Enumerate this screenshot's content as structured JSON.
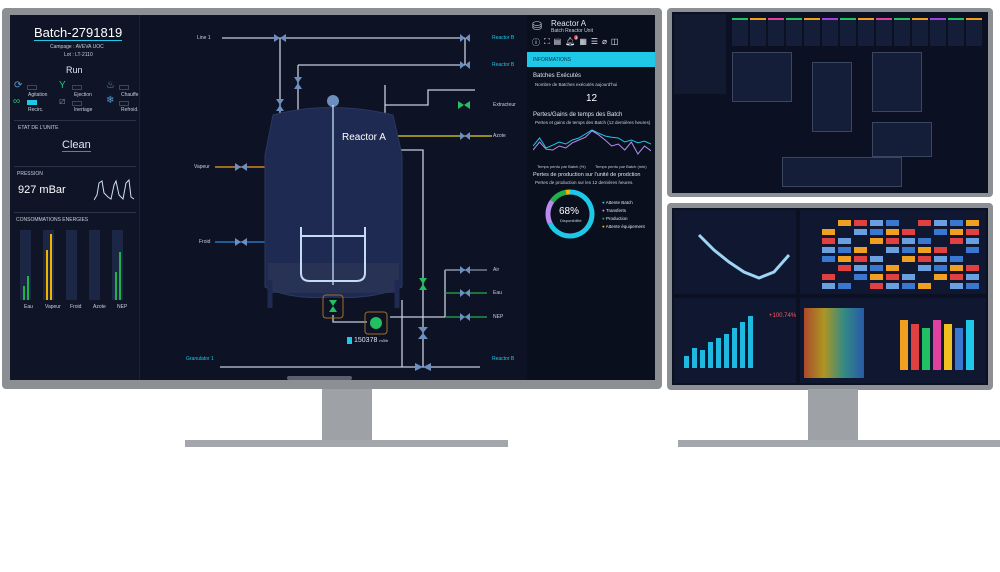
{
  "left_panel": {
    "batch_title": "Batch-2791819",
    "campaign": "Campage : AVEVA UOC",
    "lot": "Lot : LT-2110",
    "status": "Run",
    "functions": [
      "Agitation",
      "Ejection",
      "Chauffe",
      "Recirc.",
      "Inertage",
      "Refroid."
    ],
    "unit_state_label": "ETAT DE L'UNITE",
    "unit_state": "Clean",
    "pressure_label": "PRESSION",
    "pressure_value": "927 mBar",
    "energy_label": "CONSOMMATIONS ENERGIES",
    "energy_categories": [
      "Eau",
      "Vapeur",
      "Froid",
      "Azote",
      "NEP"
    ],
    "energy_levels": [
      [
        0.2,
        0.35
      ],
      [
        0.72,
        0.95
      ],
      [
        0,
        0
      ],
      [
        0,
        0
      ],
      [
        0.4,
        0.68
      ]
    ]
  },
  "diagram": {
    "reactor_name": "Reactor A",
    "labels": {
      "line1": "Line 1",
      "reactor_b1": "Reactor B",
      "reactor_b2": "Reactor B",
      "extracteur": "Extracteur",
      "azote": "Azote",
      "vapeur": "Vapeur",
      "froid": "Froid",
      "air": "Air",
      "eau": "Eau",
      "nep": "NEP",
      "granulator": "Granulator 1",
      "reactor_b3": "Reactor B"
    },
    "flow_value": "150378",
    "flow_unit": "m3/h"
  },
  "right_panel": {
    "title": "Reactor A",
    "subtitle": "Batch Reactor Unit",
    "alert_count": "3",
    "section": "INFORMATIONS",
    "batches_title": "Batches Exécutés",
    "batches_sub": "Nombre de Batches exécutés aujourd'hui",
    "batches_value": "12",
    "loss_title": "Pertes/Gains de temps des Batch",
    "loss_sub": "Pertes et gains de temps des Batch (12 dernières heures)",
    "legend1": "Temps perdu par Batch (%)",
    "legend2": "Temps perdu par Batch (min)",
    "prod_title": "Pertes de production sur l'unité de prodction",
    "prod_sub": "Pertes de production sur les 12 dernières heures.",
    "availability": "68%",
    "availability_label": "Disponibilité",
    "donut": [
      {
        "label": "Attente Batch",
        "value": 68,
        "color": "#1ec8e6"
      },
      {
        "label": "Transferts",
        "value": 17,
        "color": "#b98cf0"
      },
      {
        "label": "Production",
        "value": 12,
        "color": "#22b04a"
      },
      {
        "label": "Attente équipement",
        "value": 3,
        "color": "#f0b400"
      }
    ],
    "series1": [
      40,
      60,
      35,
      42,
      50,
      45,
      55,
      60,
      70,
      80,
      72,
      65,
      62,
      60,
      50,
      55,
      48,
      52,
      45
    ],
    "series2": [
      30,
      50,
      32,
      30,
      40,
      35,
      48,
      55,
      62,
      78,
      68,
      55,
      40,
      45,
      30,
      50,
      20,
      40,
      28
    ]
  }
}
